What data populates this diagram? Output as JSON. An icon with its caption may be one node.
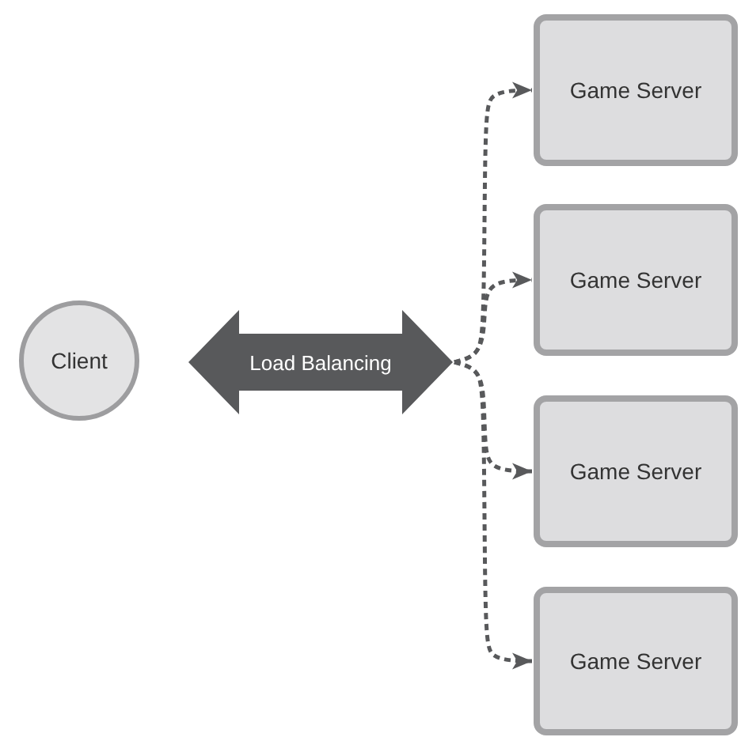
{
  "diagram": {
    "nodes": [
      {
        "text": [
          "Client"
        ]
      },
      {
        "text": [
          "Load Balancing"
        ]
      },
      {
        "text": [
          "Game Server"
        ]
      },
      {
        "text": [
          "Game Server"
        ]
      },
      {
        "text": [
          "Game Server"
        ]
      },
      {
        "text": [
          "Game Server"
        ]
      }
    ],
    "edges": [
      {
        "from": 1,
        "to": 2,
        "arrow": "to",
        "style": "dashed"
      },
      {
        "from": 1,
        "to": 3,
        "arrow": "to",
        "style": "dashed"
      },
      {
        "from": 1,
        "to": 4,
        "arrow": "to",
        "style": "dashed"
      },
      {
        "from": 1,
        "to": 5,
        "arrow": "to",
        "style": "dashed"
      }
    ]
  }
}
